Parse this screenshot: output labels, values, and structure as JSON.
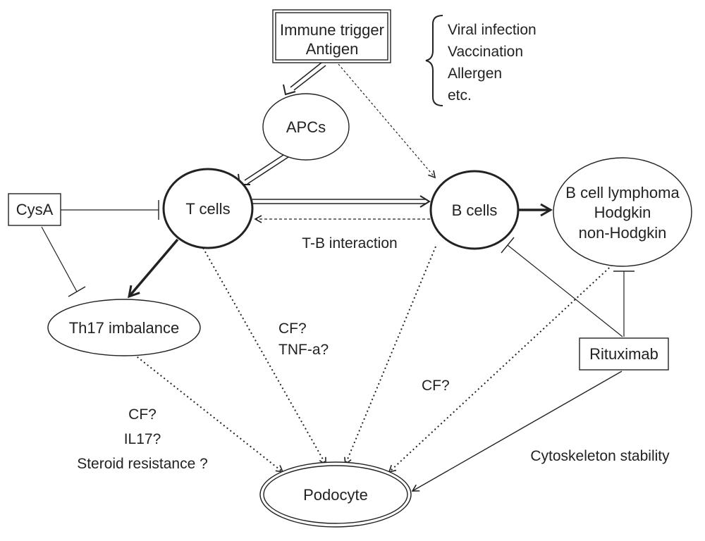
{
  "nodes": {
    "trigger": [
      "Immune trigger",
      "Antigen"
    ],
    "triggers_list": [
      "Viral infection",
      "Vaccination",
      "Allergen",
      "etc."
    ],
    "apcs": "APCs",
    "tcells": "T cells",
    "bcells": "B cells",
    "lymphoma": [
      "B cell lymphoma",
      "Hodgkin",
      "non-Hodgkin"
    ],
    "cysa": "CysA",
    "th17": "Th17 imbalance",
    "rituximab": "Rituximab",
    "podocyte": "Podocyte"
  },
  "labels": {
    "tb_interaction": "T-B interaction",
    "tcell_factors": [
      "CF?",
      "TNF-a?"
    ],
    "bcell_factor": "CF?",
    "th17_factors": [
      "CF?",
      "IL17?",
      "Steroid resistance ?"
    ],
    "cytoskeleton": "Cytoskeleton stability"
  }
}
